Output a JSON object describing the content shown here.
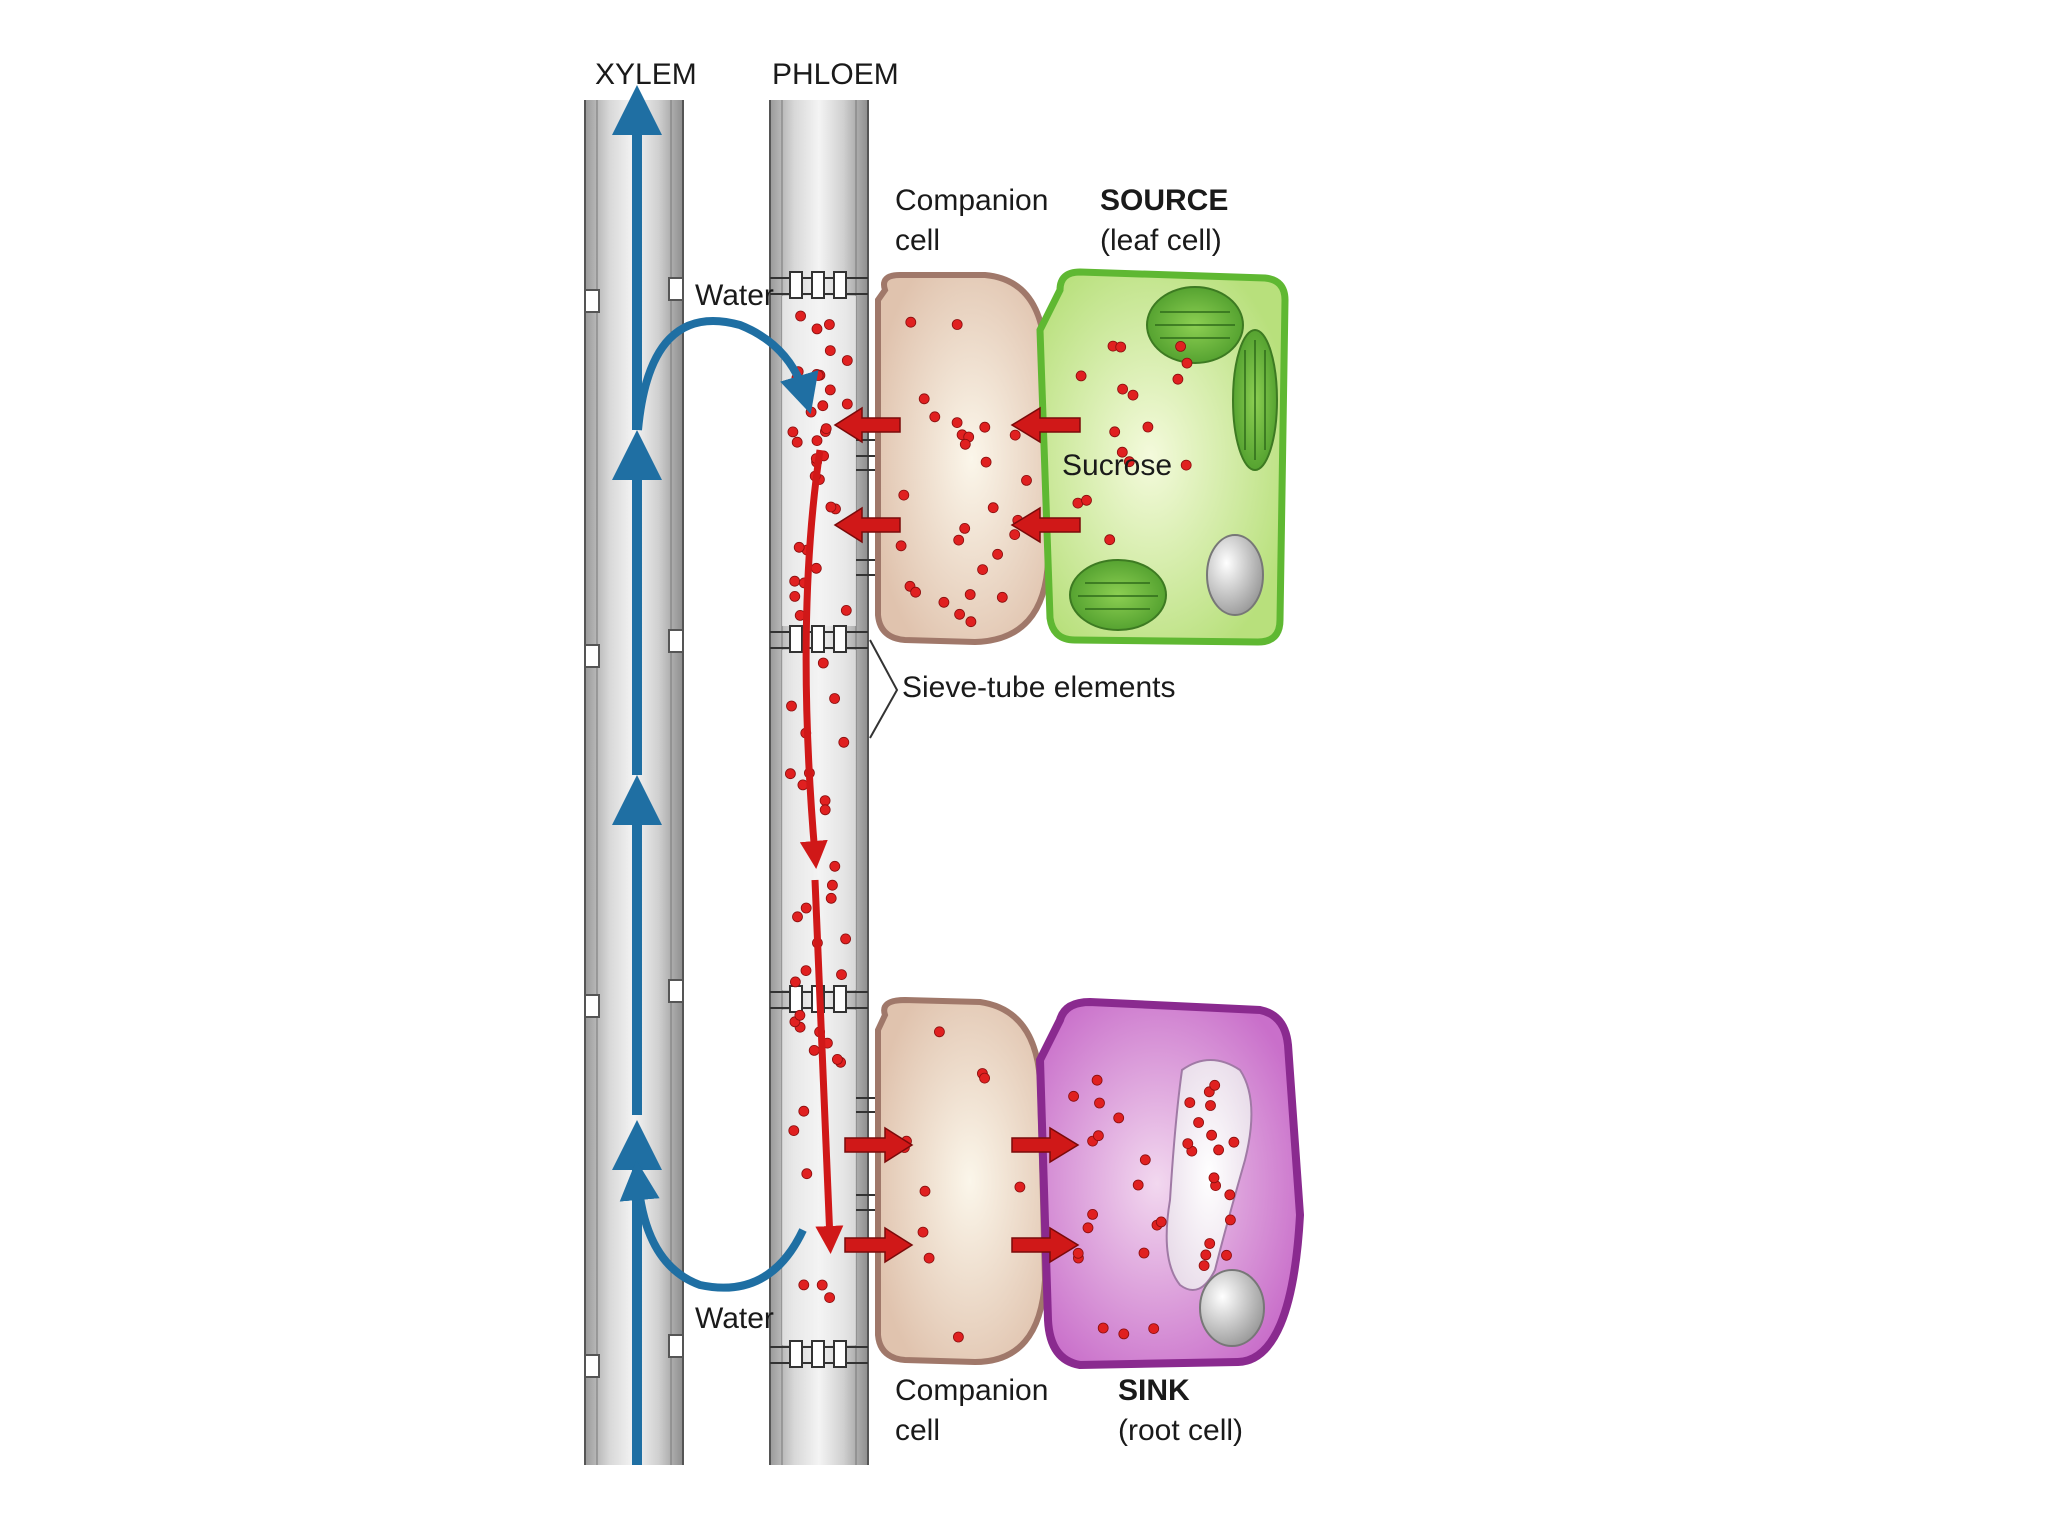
{
  "labels": {
    "xylem": "XYLEM",
    "phloem": "PHLOEM",
    "companion_top_line1": "Companion",
    "companion_top_line2": "cell",
    "source_title": "SOURCE",
    "source_sub": "(leaf cell)",
    "water_top": "Water",
    "sucrose": "Sucrose",
    "sieve_tube": "Sieve-tube elements",
    "water_bottom": "Water",
    "companion_bottom_line1": "Companion",
    "companion_bottom_line2": "cell",
    "sink_title": "SINK",
    "sink_sub": "(root cell)"
  },
  "colors": {
    "xylem_arrow": "#1f6fa3",
    "sucrose": "#e02020",
    "source_cell": "#a8d86a",
    "sink_cell": "#b64ab9",
    "companion_cell": "#e2c7b4",
    "tube_gray": "#bfbfbf"
  }
}
